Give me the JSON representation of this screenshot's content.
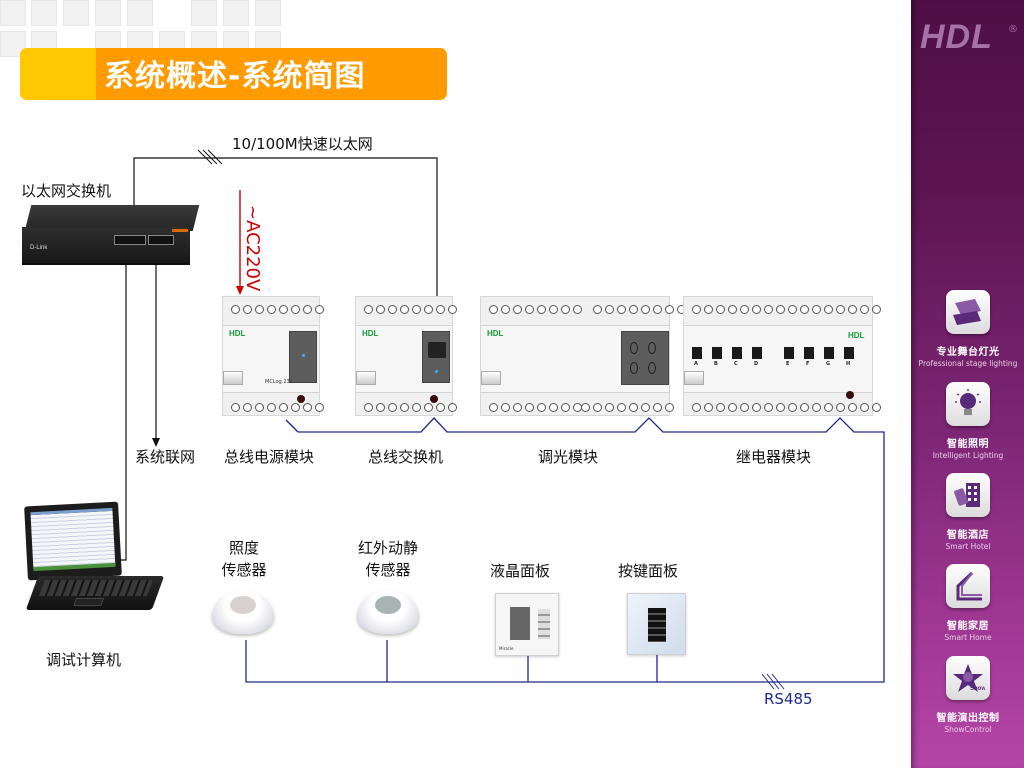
{
  "title": "系统概述-系统简图",
  "brand": {
    "logo": "HDL",
    "registered": "®"
  },
  "colors": {
    "title_left": "#ffc800",
    "title_right": "#ff9a00",
    "bus_line": "#1d2a8a",
    "power_line": "#cc0000",
    "sidebar": "#7c2574"
  },
  "diagram": {
    "ethernet_label": "10/100M快速以太网",
    "ethernet_switch_label": "以太网交换机",
    "power_label": "~AC220V",
    "network_label": "系统联网",
    "computer_label": "调试计算机",
    "bus_label": "RS485",
    "modules": [
      {
        "label": "总线电源模块",
        "model": "MCLog.231"
      },
      {
        "label": "总线交换机"
      },
      {
        "label": "调光模块"
      },
      {
        "label": "继电器模块",
        "channels": [
          "A",
          "B",
          "C",
          "D",
          "E",
          "F",
          "G",
          "H"
        ]
      }
    ],
    "devices": [
      {
        "label_line1": "照度",
        "label_line2": "传感器"
      },
      {
        "label_line1": "红外动静",
        "label_line2": "传感器"
      },
      {
        "label_line1": "液晶面板",
        "label_line2": ""
      },
      {
        "label_line1": "按键面板",
        "label_line2": ""
      }
    ],
    "module_brand": "HDL"
  },
  "sidebar": {
    "items": [
      {
        "cn": "专业舞台灯光",
        "en": "Professional stage lighting",
        "icon": "stage-icon"
      },
      {
        "cn": "智能照明",
        "en": "Intelligent Lighting",
        "icon": "bulb-icon"
      },
      {
        "cn": "智能酒店",
        "en": "Smart Hotel",
        "icon": "hotel-icon"
      },
      {
        "cn": "智能家居",
        "en": "Smart Home",
        "icon": "home-icon"
      },
      {
        "cn": "智能演出控制",
        "en": "ShowControl",
        "icon": "showcontrol-icon"
      }
    ]
  }
}
